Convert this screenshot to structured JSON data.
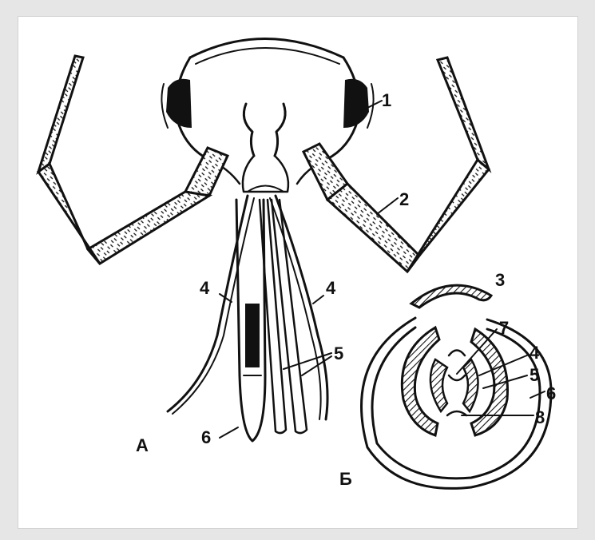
{
  "figure": {
    "panel_labels": {
      "a": "А",
      "b": "Б"
    },
    "part_labels": {
      "l1": "1",
      "l2": "2",
      "l3": "3",
      "l4_left": "4",
      "l4_right": "4",
      "l4_section": "4",
      "l5": "5",
      "l5_section": "5",
      "l6": "6",
      "l6_section": "6",
      "l7": "7",
      "l8": "8"
    },
    "colors": {
      "ink": "#111111",
      "background": "#ffffff",
      "frame": "#e6e6e6"
    }
  }
}
